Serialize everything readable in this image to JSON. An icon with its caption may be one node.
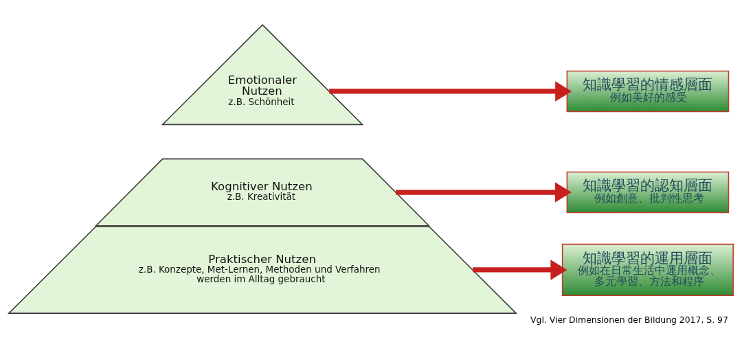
{
  "diagram": {
    "caption": "Vgl. Vier Dimensionen der Bildung 2017, S. 97",
    "nodes": [
      {
        "text": [
          "Emotionaler Nutzen",
          "z.B. Schönheit"
        ]
      },
      {
        "text": [
          "Kognitiver Nutzen",
          "z.B. Kreativität"
        ]
      },
      {
        "text": [
          "Praktischer Nutzen",
          "z.B. Konzepte, Met-Lernen, Methoden und Verfahren werden im Alltag gebraucht"
        ]
      },
      {
        "text": [
          "知識學習的情感層面",
          "例如美好的感受"
        ]
      },
      {
        "text": [
          "知識學習的認知層面",
          "例如創意、批判性思考"
        ]
      },
      {
        "text": [
          "知識學習的運用層面",
          "例如在日常生活中運用概念、多元學習、方法和程序"
        ]
      }
    ],
    "edges": [
      {
        "from": 0,
        "to": 3,
        "arrow": "to"
      },
      {
        "from": 1,
        "to": 4,
        "arrow": "to"
      },
      {
        "from": 2,
        "to": 5,
        "arrow": "to"
      }
    ]
  }
}
